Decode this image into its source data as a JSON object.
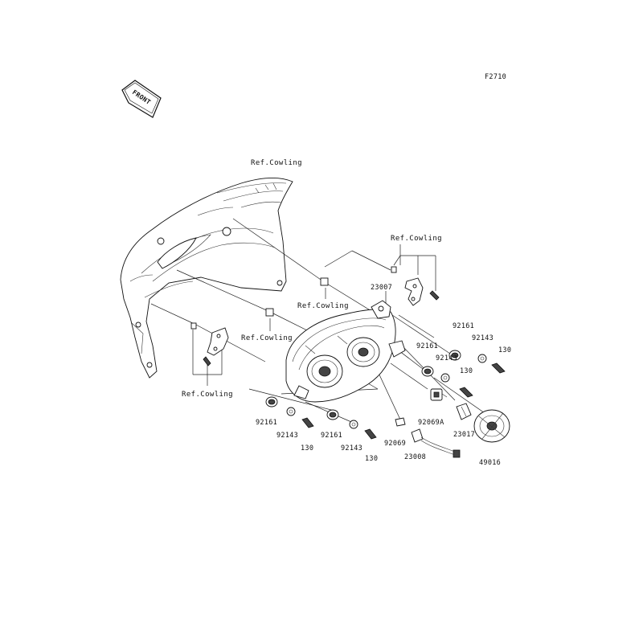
{
  "figure_code": "F2710",
  "front_badge": "FRONT",
  "refs": [
    "Ref.Cowling",
    "Ref.Cowling",
    "Ref.Cowling",
    "Ref.Cowling",
    "Ref.Cowling"
  ],
  "parts": {
    "headlight": "23007",
    "p92161_a": "92161",
    "p92143_a": "92143",
    "p130_a": "130",
    "p92161_b": "92161",
    "p92143_b": "92143",
    "p130_b": "130",
    "p92069A": "92069A",
    "p23017": "23017",
    "p49016": "49016",
    "p92161_c": "92161",
    "p92143_c": "92143",
    "p130_c": "130",
    "p92161_d": "92161",
    "p92143_d": "92143",
    "p130_d": "130",
    "p92069": "92069",
    "p23008": "23008"
  }
}
